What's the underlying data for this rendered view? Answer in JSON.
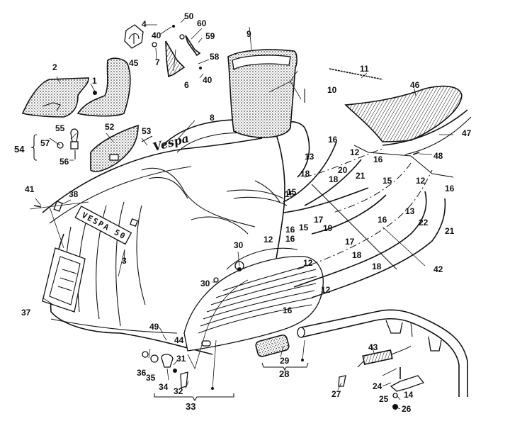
{
  "diagram": {
    "title": "Vespa 50 body parts exploded view",
    "badge_text": "VESPA 50",
    "script_logo_text": "Vespa",
    "parts": [
      {
        "id": "p1",
        "number": "1",
        "description": "screw"
      },
      {
        "id": "p2",
        "number": "2",
        "description": "glove box left panel"
      },
      {
        "id": "p3",
        "number": "3",
        "description": "VESPA 50 badge"
      },
      {
        "id": "p4",
        "number": "4",
        "description": "hexagon Piaggio emblem"
      },
      {
        "id": "p6",
        "number": "6",
        "description": "horn cover trim"
      },
      {
        "id": "p7",
        "number": "7",
        "description": "screw"
      },
      {
        "id": "p8",
        "number": "8",
        "description": "Vespa script logo"
      },
      {
        "id": "p9",
        "number": "9",
        "description": "storage box"
      },
      {
        "id": "p10",
        "number": "10",
        "description": "clip"
      },
      {
        "id": "p11",
        "number": "11",
        "description": "rubber strip"
      },
      {
        "id": "p12",
        "number": "12",
        "description": "screw"
      },
      {
        "id": "p13",
        "number": "13",
        "description": "screw"
      },
      {
        "id": "p14",
        "number": "14",
        "description": "washer"
      },
      {
        "id": "p15",
        "number": "15",
        "description": "end cap"
      },
      {
        "id": "p16",
        "number": "16",
        "description": "end cap"
      },
      {
        "id": "p17",
        "number": "17",
        "description": "floor strip"
      },
      {
        "id": "p18",
        "number": "18",
        "description": "rivet"
      },
      {
        "id": "p19",
        "number": "19",
        "description": "floor strip"
      },
      {
        "id": "p20",
        "number": "20",
        "description": "floor strip"
      },
      {
        "id": "p21",
        "number": "21",
        "description": "floor strip"
      },
      {
        "id": "p22",
        "number": "22",
        "description": "floor strip"
      },
      {
        "id": "p24",
        "number": "24",
        "description": "bolt"
      },
      {
        "id": "p25",
        "number": "25",
        "description": "bracket"
      },
      {
        "id": "p26",
        "number": "26",
        "description": "nut"
      },
      {
        "id": "p27",
        "number": "27",
        "description": "clip"
      },
      {
        "id": "p28",
        "number": "28",
        "description": "stand assembly"
      },
      {
        "id": "p29",
        "number": "29",
        "description": "rubber foot"
      },
      {
        "id": "p30",
        "number": "30",
        "description": "nut"
      },
      {
        "id": "p31",
        "number": "31",
        "description": "washer"
      },
      {
        "id": "p32",
        "number": "32",
        "description": "bracket"
      },
      {
        "id": "p33",
        "number": "33",
        "description": "front grille assembly"
      },
      {
        "id": "p34",
        "number": "34",
        "description": "fastener"
      },
      {
        "id": "p35",
        "number": "35",
        "description": "washer"
      },
      {
        "id": "p36",
        "number": "36",
        "description": "nut"
      },
      {
        "id": "p37",
        "number": "37",
        "description": "license plate holder"
      },
      {
        "id": "p38",
        "number": "38",
        "description": "clip"
      },
      {
        "id": "p40a",
        "number": "40",
        "description": "rivet"
      },
      {
        "id": "p40b",
        "number": "40",
        "description": "rivet"
      },
      {
        "id": "p41",
        "number": "41",
        "description": "screw"
      },
      {
        "id": "p42",
        "number": "42",
        "description": "floor rail"
      },
      {
        "id": "p43",
        "number": "43",
        "description": "stand spring"
      },
      {
        "id": "p44",
        "number": "44",
        "description": "clip"
      },
      {
        "id": "p45",
        "number": "45",
        "description": "leg shield trim"
      },
      {
        "id": "p46",
        "number": "46",
        "description": "floor mat"
      },
      {
        "id": "p47",
        "number": "47",
        "description": "mat trim"
      },
      {
        "id": "p48",
        "number": "48",
        "description": "screw"
      },
      {
        "id": "p49",
        "number": "49",
        "description": "rubber grommet"
      },
      {
        "id": "p50",
        "number": "50",
        "description": "trim strip"
      },
      {
        "id": "p52",
        "number": "52",
        "description": "glove box door"
      },
      {
        "id": "p53",
        "number": "53",
        "description": "pin"
      },
      {
        "id": "p54",
        "number": "54",
        "description": "lock assembly"
      },
      {
        "id": "p55",
        "number": "55",
        "description": "shackle"
      },
      {
        "id": "p56",
        "number": "56",
        "description": "spring"
      },
      {
        "id": "p57",
        "number": "57",
        "description": "key"
      },
      {
        "id": "p58",
        "number": "58",
        "description": "screw"
      },
      {
        "id": "p59",
        "number": "59",
        "description": "trim strip"
      },
      {
        "id": "p60",
        "number": "60",
        "description": "nut"
      }
    ],
    "extra_labels": {
      "l12b": "12",
      "l12c": "12",
      "l12d": "12",
      "l12e": "12",
      "l13b": "13",
      "l15b": "15",
      "l15c": "15",
      "l15d": "15",
      "l16b": "16",
      "l16c": "16",
      "l16d": "16",
      "l16e": "16",
      "l16f": "16",
      "l16g": "16",
      "l17b": "17",
      "l18b": "18",
      "l18c": "18",
      "l18d": "18",
      "l21b": "21",
      "l30b": "30"
    }
  }
}
